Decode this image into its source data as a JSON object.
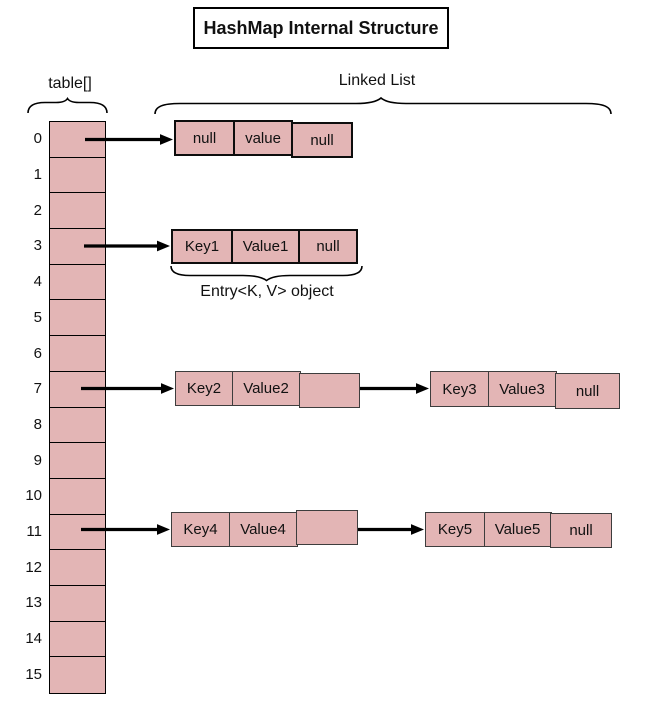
{
  "title": "HashMap Internal Structure",
  "labels": {
    "table_array": "table[]",
    "linked_list": "Linked List",
    "entry_object": "Entry<K, V> object"
  },
  "colors": {
    "cell_fill": "#e3b5b5",
    "outline": "#000000",
    "arrow": "#000000"
  },
  "table": {
    "indices": [
      "0",
      "1",
      "2",
      "3",
      "4",
      "5",
      "6",
      "7",
      "8",
      "9",
      "10",
      "11",
      "12",
      "13",
      "14",
      "15"
    ],
    "buckets_with_arrows": [
      "0",
      "3",
      "7",
      "11"
    ]
  },
  "chains": [
    {
      "bucket": "0",
      "nodes": [
        {
          "cells": [
            "null",
            "value",
            "null"
          ]
        }
      ]
    },
    {
      "bucket": "3",
      "nodes": [
        {
          "cells": [
            "Key1",
            "Value1",
            "null"
          ]
        }
      ]
    },
    {
      "bucket": "7",
      "nodes": [
        {
          "cells": [
            "Key2",
            "Value2",
            ""
          ]
        },
        {
          "cells": [
            "Key3",
            "Value3",
            "null"
          ]
        }
      ]
    },
    {
      "bucket": "11",
      "nodes": [
        {
          "cells": [
            "Key4",
            "Value4",
            ""
          ]
        },
        {
          "cells": [
            "Key5",
            "Value5",
            "null"
          ]
        }
      ]
    }
  ]
}
